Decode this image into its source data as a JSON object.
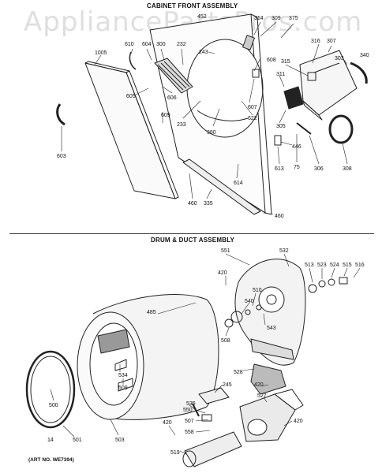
{
  "watermark": "AppliancePartsPros.com",
  "sections": {
    "top_title": "CABINET FRONT ASSEMBLY",
    "bottom_title": "DRUM & DUCT ASSEMBLY"
  },
  "art_number": "(ART NO. WE7394)",
  "callouts_top": [
    "1005",
    "610",
    "604",
    "300",
    "232",
    "452",
    "314",
    "309",
    "375",
    "316",
    "307",
    "303",
    "340",
    "243",
    "608",
    "315",
    "311",
    "607",
    "605",
    "606",
    "609",
    "603",
    "233",
    "380",
    "622",
    "305",
    "446",
    "613",
    "75",
    "306",
    "308",
    "614",
    "460",
    "335",
    "460"
  ],
  "callouts_bottom": [
    "551",
    "532",
    "513",
    "523",
    "524",
    "515",
    "516",
    "420",
    "510",
    "540",
    "485",
    "543",
    "508",
    "534",
    "509",
    "528",
    "500",
    "245",
    "420",
    "527",
    "550",
    "535",
    "507",
    "558",
    "420",
    "14",
    "501",
    "503",
    "519",
    "420"
  ]
}
